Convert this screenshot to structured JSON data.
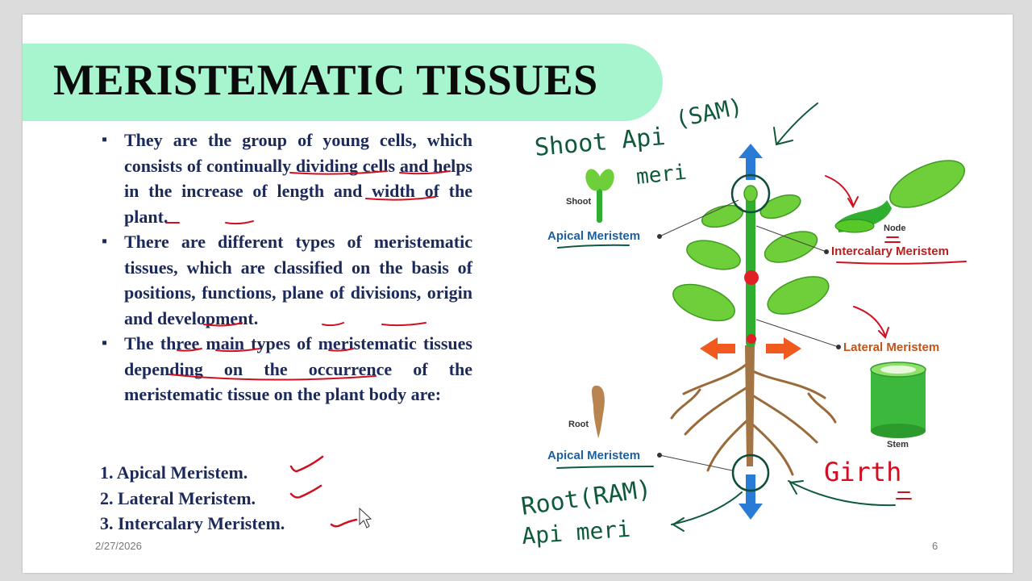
{
  "slide": {
    "title": "MERISTEMATIC TISSUES",
    "bullets": [
      "They are the group of young cells, which consists of continually dividing cells and helps in the increase of length and width of the plant.",
      "There are different types of meristematic tissues, which are classified on the basis of positions, functions, plane of divisions, origin and development.",
      "The three main types of meristematic tissues depending on the occurrence of the meristematic tissue on the plant body are:"
    ],
    "types": [
      "1.  Apical Meristem.",
      "2.  Lateral Meristem.",
      "3.  Intercalary Meristem."
    ],
    "date": "2/27/2026",
    "slide_number": "6"
  },
  "diagram": {
    "shoot_label": "Shoot",
    "apical_top_label": "Apical Meristem",
    "node_label": "Node",
    "intercalary_label": "Intercalary Meristem",
    "lateral_label": "Lateral Meristem",
    "root_label": "Root",
    "apical_bottom_label": "Apical Meristem",
    "stem_label": "Stem"
  },
  "handwriting": {
    "shoot_api": "Shoot Api",
    "sam": "(SAM)",
    "meri_top": "meri",
    "root_ram": "Root(RAM)",
    "api_meri_bottom": "Api meri",
    "girth": "Girth"
  },
  "colors": {
    "title_band": "#a6f5cf",
    "body_text": "#1c2a5a",
    "annotation_red": "#d01020",
    "annotation_green": "#0f5a3a",
    "label_blue": "#1e5f9e",
    "label_red": "#b81f1f",
    "label_orange": "#c0551a"
  }
}
